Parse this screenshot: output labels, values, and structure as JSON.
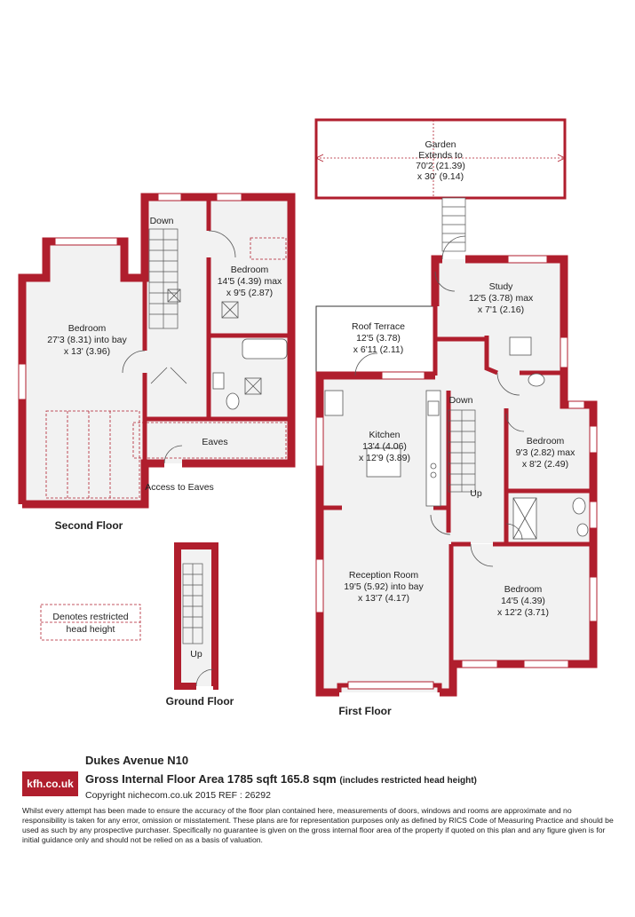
{
  "colors": {
    "wall": "#b01e2d",
    "room_fill": "#f2f2f2",
    "restricted_line": "#b01e2d",
    "logo_bg": "#b01e2d"
  },
  "second_floor": {
    "label": "Second Floor",
    "bedroom_large": [
      "Bedroom",
      "27'3 (8.31) into bay",
      "x 13' (3.96)"
    ],
    "bedroom_small": [
      "Bedroom",
      "14'5 (4.39) max",
      "x 9'5 (2.87)"
    ],
    "down": "Down",
    "eaves": "Eaves",
    "access": "Access to Eaves"
  },
  "ground_floor": {
    "label": "Ground Floor",
    "up": "Up"
  },
  "legend": [
    "Denotes restricted",
    "head height"
  ],
  "first_floor": {
    "label": "First Floor",
    "garden": [
      "Garden",
      "Extends to",
      "70'2 (21.39)",
      "x 30' (9.14)"
    ],
    "roof_terrace": [
      "Roof Terrace",
      "12'5 (3.78)",
      "x 6'11 (2.11)"
    ],
    "study": [
      "Study",
      "12'5 (3.78) max",
      "x 7'1 (2.16)"
    ],
    "kitchen": [
      "Kitchen",
      "13'4 (4.06)",
      "x 12'9 (3.89)"
    ],
    "bedroom_small": [
      "Bedroom",
      "9'3 (2.82) max",
      "x 8'2 (2.49)"
    ],
    "reception": [
      "Reception Room",
      "19'5 (5.92) into bay",
      "x 13'7 (4.17)"
    ],
    "bedroom_large": [
      "Bedroom",
      "14'5 (4.39)",
      "x 12'2 (3.71)"
    ],
    "down": "Down",
    "up": "Up"
  },
  "footer": {
    "logo": "kfh.co.uk",
    "address": "Dukes Avenue  N10",
    "area": "Gross Internal Floor Area 1785 sqft 165.8 sqm",
    "area_note": "(includes restricted head height)",
    "copyright": "Copyright nichecom.co.uk 2015 REF : 26292",
    "disclaimer": "Whilst every attempt has been made to ensure the accuracy of the floor plan contained here, measurements of doors, windows and rooms are approximate and no responsibility is taken for any error, omission or misstatement.  These plans are for representation purposes only as defined by RICS Code of Measuring Practice and should be used as such by any prospective purchaser.  Specifically no guarantee is given on the gross internal floor area of the property if quoted on this plan and any figure given is for initial guidance only and should not be relied on as a basis of valuation."
  }
}
